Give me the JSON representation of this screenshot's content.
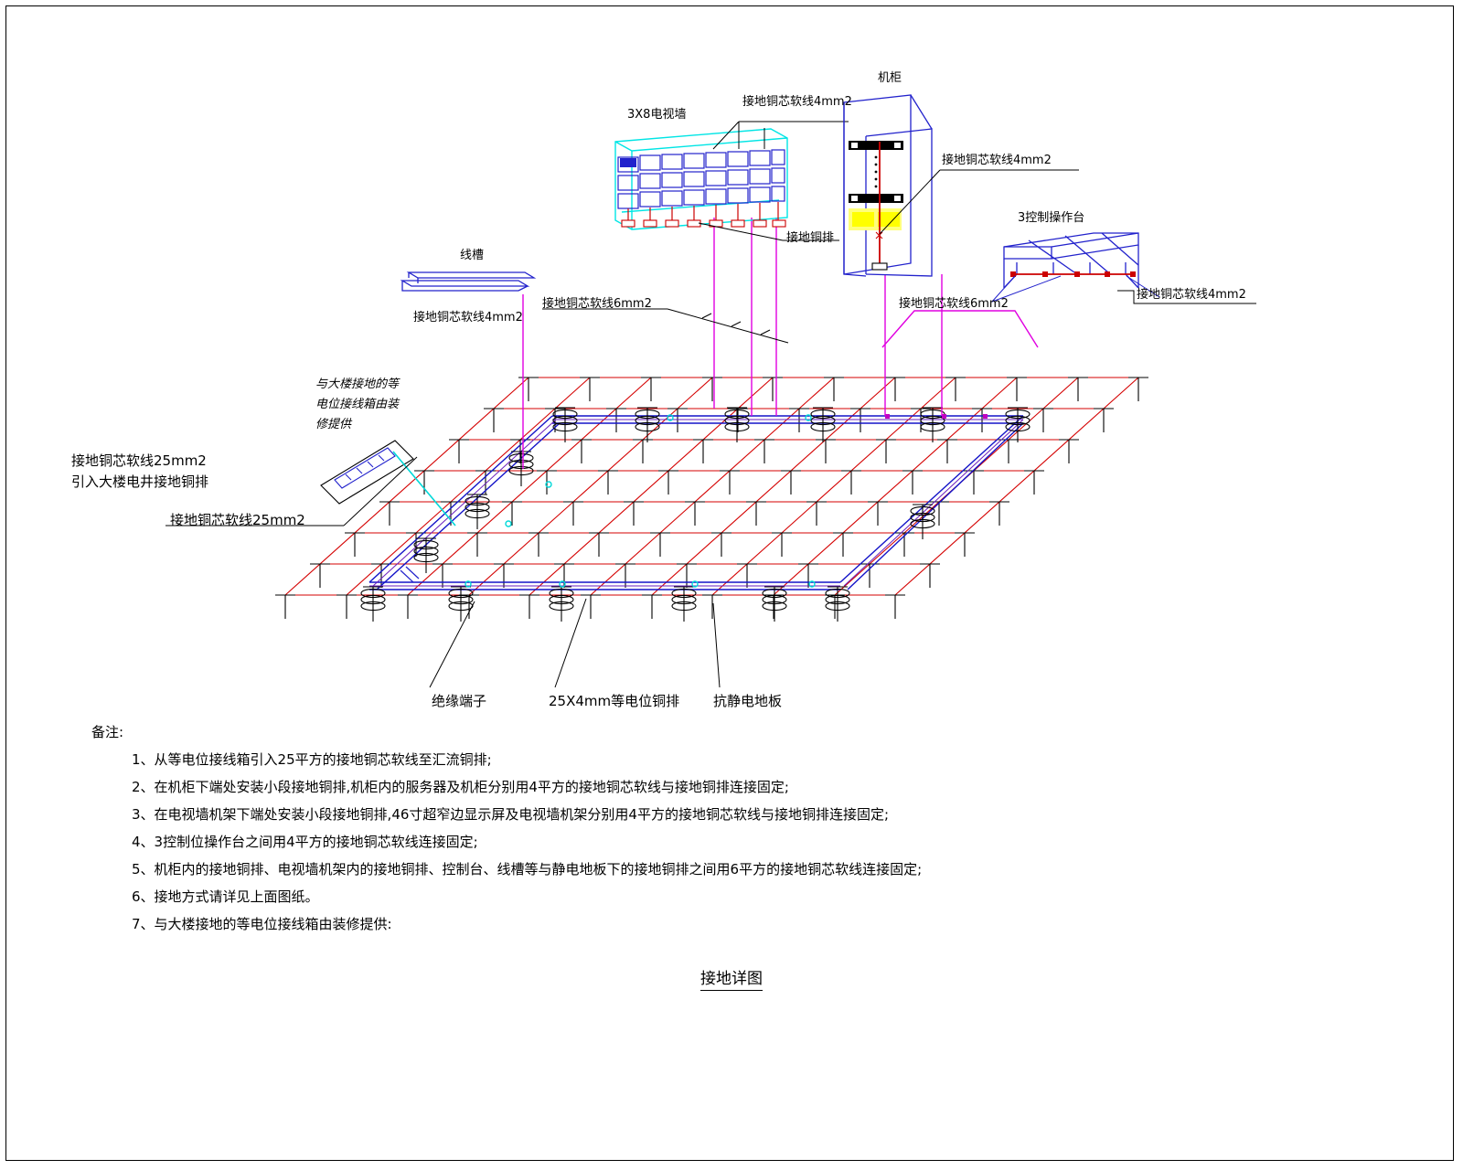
{
  "drawing": {
    "title": "接地详图",
    "notes_header": "备注:",
    "notes": [
      "1、从等电位接线箱引入25平方的接地铜芯软线至汇流铜排;",
      "2、在机柜下端处安装小段接地铜排,机柜内的服务器及机柜分别用4平方的接地铜芯软线与接地铜排连接固定;",
      "3、在电视墙机架下端处安装小段接地铜排,46寸超窄边显示屏及电视墙机架分别用4平方的接地铜芯软线与接地铜排连接固定;",
      "4、3控制位操作台之间用4平方的接地铜芯软线连接固定;",
      "5、机柜内的接地铜排、电视墙机架内的接地铜排、控制台、线槽等与静电地板下的接地铜排之间用6平方的接地铜芯软线连接固定;",
      "6、接地方式请详见上面图纸。",
      "7、与大楼接地的等电位接线箱由装修提供:"
    ]
  },
  "labels": {
    "tv_wall": "3X8电视墙",
    "tv_wall_wire": "接地铜芯软线4mm2",
    "ground_bar": "接地铜排",
    "cabinet": "机柜",
    "cabinet_wire": "接地铜芯软线4mm2",
    "console": "3控制操作台",
    "console_wire_6": "接地铜芯软线6mm2",
    "console_wire_4": "接地铜芯软线4mm2",
    "trough": "线槽",
    "trough_wire_4": "接地铜芯软线4mm2",
    "trough_wire_6": "接地铜芯软线6mm2",
    "equipotential_box_note": "与大楼接地的等\n电位接线箱由装\n修提供",
    "equipotential_box_note_l1": "与大楼接地的等",
    "equipotential_box_note_l2": "电位接线箱由装",
    "equipotential_box_note_l3": "修提供",
    "main_feed_l1": "接地铜芯软线25mm2",
    "main_feed_l2": "引入大楼电井接地铜排",
    "feed_25": "接地铜芯软线25mm2",
    "insulated_terminal": "绝缘端子",
    "bus_bar": "25X4mm等电位铜排",
    "raised_floor": "抗静电地板"
  },
  "colors": {
    "floor_grid_red": "#d40000",
    "pedestal_black": "#000000",
    "bus_bar_blue": "#1414c8",
    "equipment_blue": "#2222cc",
    "tv_wall_cyan": "#00e5e5",
    "wire_magenta": "#e000e0",
    "wire_red": "#cc0000",
    "highlight_yellow": "#ffff00",
    "leader_cyan": "#00d8d8"
  },
  "geometry": {
    "tv_wall_grid": {
      "rows": 3,
      "cols": 8
    },
    "floor_grid": {
      "rows": 7,
      "cols": 10
    }
  }
}
